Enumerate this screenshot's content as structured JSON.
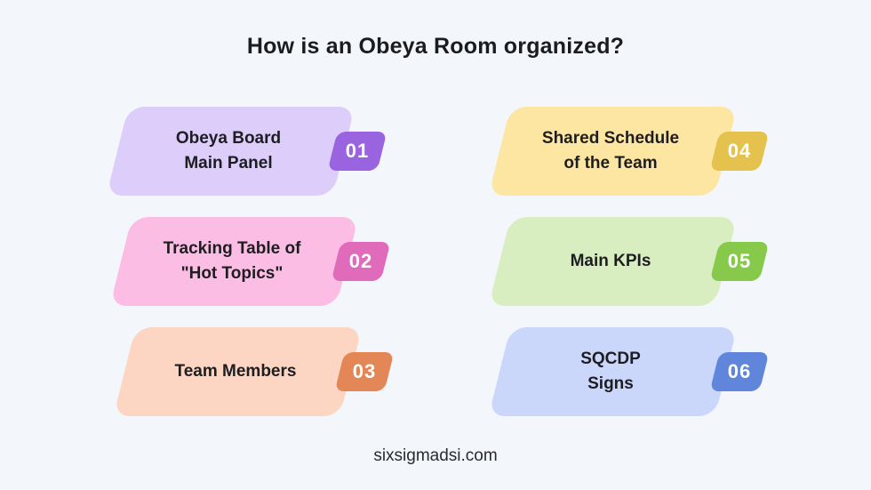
{
  "title": "How is an Obeya Room organized?",
  "footer": "sixsigmadsi.com",
  "items": [
    {
      "number": "01",
      "label": "Obeya Board\nMain Panel",
      "card_color": "#dccdfb",
      "badge_color": "#9a63e0"
    },
    {
      "number": "02",
      "label": "Tracking Table of\n\"Hot Topics\"",
      "card_color": "#fbbde3",
      "badge_color": "#e06bbb"
    },
    {
      "number": "03",
      "label": "Team Members",
      "card_color": "#fcd6c3",
      "badge_color": "#e48757"
    },
    {
      "number": "04",
      "label": "Shared Schedule\nof the Team",
      "card_color": "#fde6a2",
      "badge_color": "#e4c24d"
    },
    {
      "number": "05",
      "label": "Main KPIs",
      "card_color": "#d8eec0",
      "badge_color": "#86c94b"
    },
    {
      "number": "06",
      "label": "SQCDP\nSigns",
      "card_color": "#cad7fb",
      "badge_color": "#5f86db"
    }
  ]
}
